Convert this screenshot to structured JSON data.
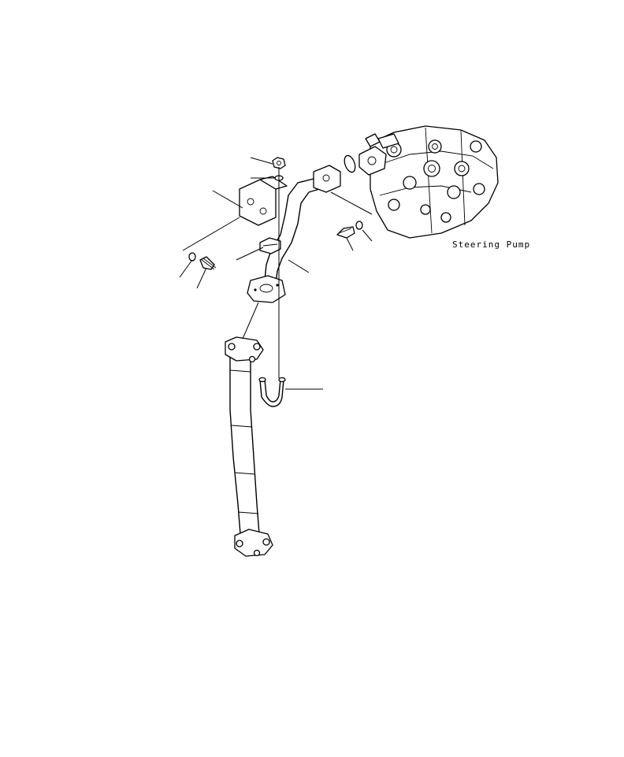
{
  "figure": {
    "labels": {
      "steering_pump": "Steering Pump"
    }
  },
  "colors": {
    "ink": "#000000",
    "paper": "#ffffff"
  },
  "parts": [
    {
      "name": "steering-pump",
      "icon": "pump-icon"
    },
    {
      "name": "pipe",
      "icon": "pipe-icon"
    },
    {
      "name": "hose",
      "icon": "hose-icon"
    },
    {
      "name": "bracket",
      "icon": "bracket-icon"
    },
    {
      "name": "clamp",
      "icon": "clamp-icon"
    },
    {
      "name": "u-bolt",
      "icon": "u-bolt-icon"
    },
    {
      "name": "nut",
      "icon": "nut-icon"
    },
    {
      "name": "washer",
      "icon": "washer-icon"
    },
    {
      "name": "bolt",
      "icon": "bolt-icon"
    },
    {
      "name": "o-ring",
      "icon": "o-ring-icon"
    }
  ]
}
